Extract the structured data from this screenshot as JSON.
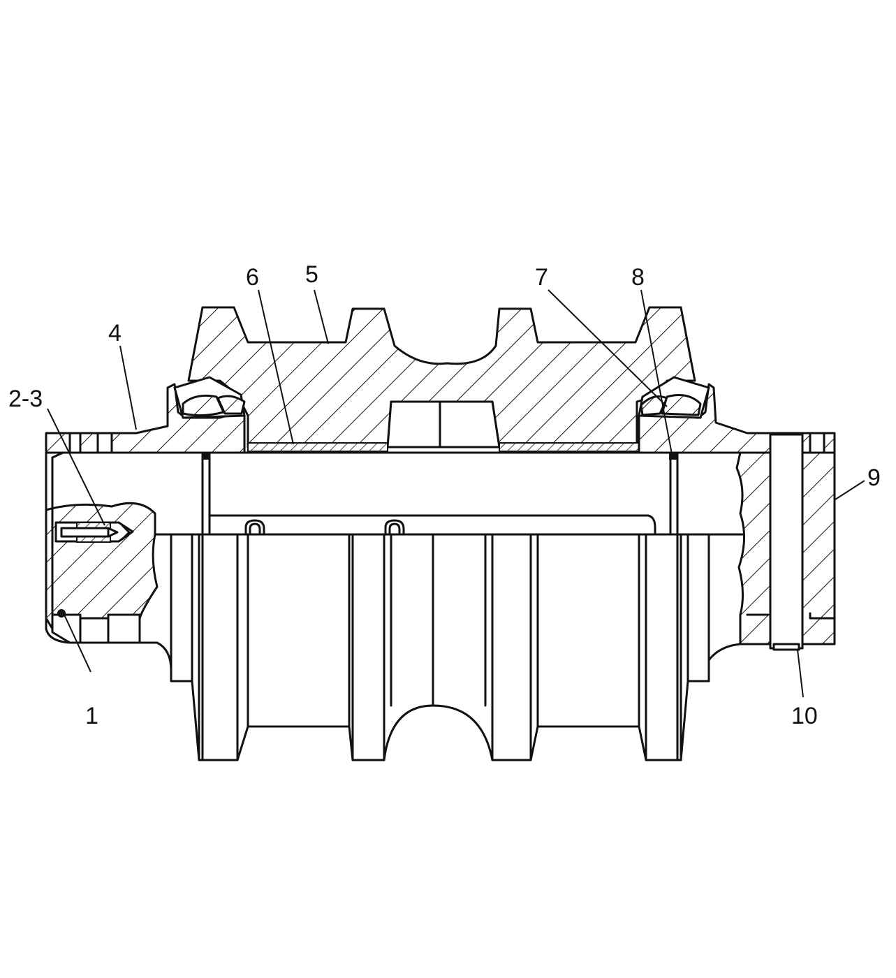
{
  "figure": {
    "callouts": [
      {
        "id": "1",
        "label": "1"
      },
      {
        "id": "2-3",
        "label": "2-3"
      },
      {
        "id": "4",
        "label": "4"
      },
      {
        "id": "5",
        "label": "5"
      },
      {
        "id": "6",
        "label": "6"
      },
      {
        "id": "7",
        "label": "7"
      },
      {
        "id": "8",
        "label": "8"
      },
      {
        "id": "9",
        "label": "9"
      },
      {
        "id": "10",
        "label": "10"
      }
    ]
  },
  "colors": {
    "ink": "#111111",
    "background": "#ffffff"
  }
}
